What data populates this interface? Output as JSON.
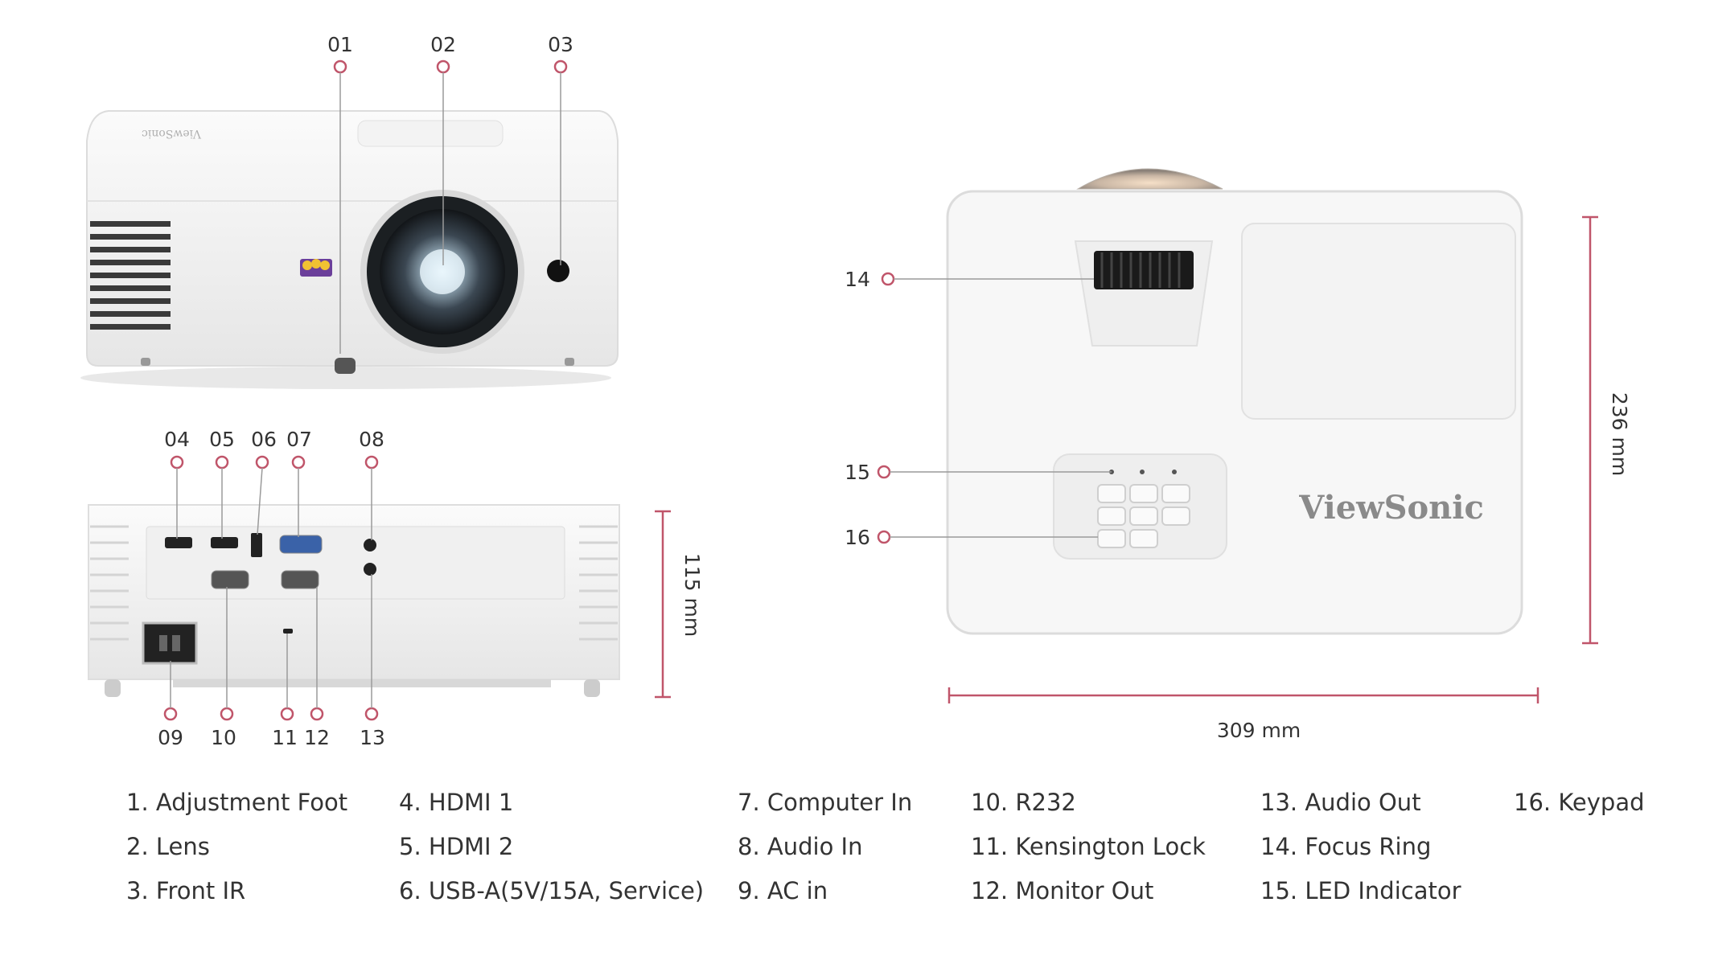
{
  "brand": "ViewSonic",
  "accent_color": "#c0556a",
  "callouts": {
    "c01": "01",
    "c02": "02",
    "c03": "03",
    "c04": "04",
    "c05": "05",
    "c06": "06",
    "c07": "07",
    "c08": "08",
    "c09": "09",
    "c10": "10",
    "c11": "11",
    "c12": "12",
    "c13": "13",
    "c14": "14",
    "c15": "15",
    "c16": "16"
  },
  "dimensions": {
    "height": "115 mm",
    "depth": "236 mm",
    "width": "309 mm"
  },
  "legend": [
    "1. Adjustment Foot",
    "2. Lens",
    "3. Front IR",
    "4. HDMI 1",
    "5. HDMI 2",
    "6. USB-A(5V/15A, Service)",
    "7. Computer In",
    "8. Audio In",
    "9. AC in",
    "10. R232",
    "11. Kensington Lock",
    "12. Monitor Out",
    "13. Audio Out",
    "14. Focus Ring",
    "15. LED Indicator",
    "16. Keypad"
  ]
}
